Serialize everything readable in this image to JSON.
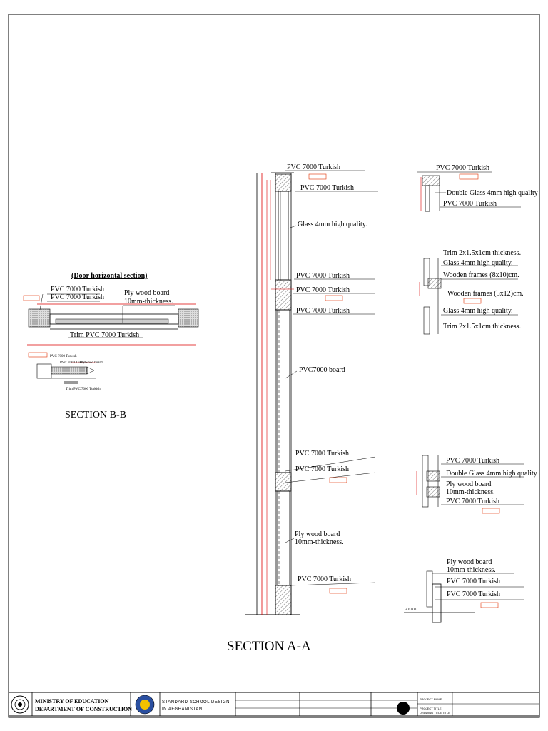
{
  "colors": {
    "line": "#000000",
    "dimension": "#d00000",
    "tag_border": "#e03000",
    "hatch": "#808080"
  },
  "section_aa": {
    "title": "SECTION A-A",
    "labels": {
      "pvc_top": "PVC 7000 Turkish",
      "pvc_top2": "PVC 7000 Turkish",
      "glass": "Glass 4mm high quality.",
      "pvc_mid1": "PVC 7000 Turkish",
      "pvc_mid2": "PVC 7000 Turkish",
      "pvc_mid3": "PVC 7000 Turkish",
      "pvc_board": "PVC7000 board",
      "pvc_low1": "PVC 7000 Turkish",
      "pvc_low2": "PVC 7000 Turkish",
      "ply1": "Ply wood board",
      "ply2": "10mm-thickness.",
      "pvc_bottom": "PVC 7000 Turkish"
    }
  },
  "section_bb": {
    "title": "SECTION B-B",
    "heading": "(Door horizontal section)",
    "labels": {
      "pvc1": "PVC 7000 Turkish",
      "pvc2": "PVC 7000 Turkish",
      "ply1": "Ply wood board",
      "ply2": "10mm-thickness.",
      "trim": "Trim PVC 7000 Turkish"
    },
    "small_labels": {
      "pvc1": "PVC 7000 Turkish",
      "pvc2": "PVC 7000 Turkish",
      "ply": "Ply wood board",
      "trim": "Trim PVC 7000 Turkish"
    }
  },
  "details": {
    "d1": {
      "pvc_top": "PVC 7000 Turkish",
      "double_glass": "Double Glass 4mm high quality",
      "pvc_bottom": "PVC 7000 Turkish"
    },
    "d2": {
      "trim_top": "Trim 2x1.5x1cm thickness.",
      "glass_top": "Glass 4mm high quality.",
      "wood_frame1": "Wooden frames (8x10)cm.",
      "wood_frame2": "Wooden frames (5x12)cm.",
      "glass_bottom": "Glass 4mm high quality.",
      "trim_bottom": "Trim 2x1.5x1cm thickness."
    },
    "d3": {
      "pvc_top": "PVC 7000 Turkish",
      "double_glass": "Double Glass 4mm high quality",
      "ply1": "Ply wood board",
      "ply2": "10mm-thickness.",
      "pvc_bottom": "PVC 7000 Turkish"
    },
    "d4": {
      "ply1": "Ply wood board",
      "ply2": "10mm-thickness.",
      "pvc1": "PVC 7000 Turkish",
      "pvc2": "PVC 7000 Turkish",
      "level": "± 0.000"
    }
  },
  "title_block": {
    "ministry": "MINISTRY OF EDUCATION",
    "department": "DEPARTMENT OF CONSTRUCTION",
    "project_line1": "STANDARD SCHOOL DESIGN",
    "project_line2": "IN AFGHANISTAN",
    "project_name_label": "PROJECT NAME",
    "drawing_title_label": "DRAWING TITLE",
    "project_title": "PROJECT TITLE",
    "drawing_title": "TITLE"
  }
}
